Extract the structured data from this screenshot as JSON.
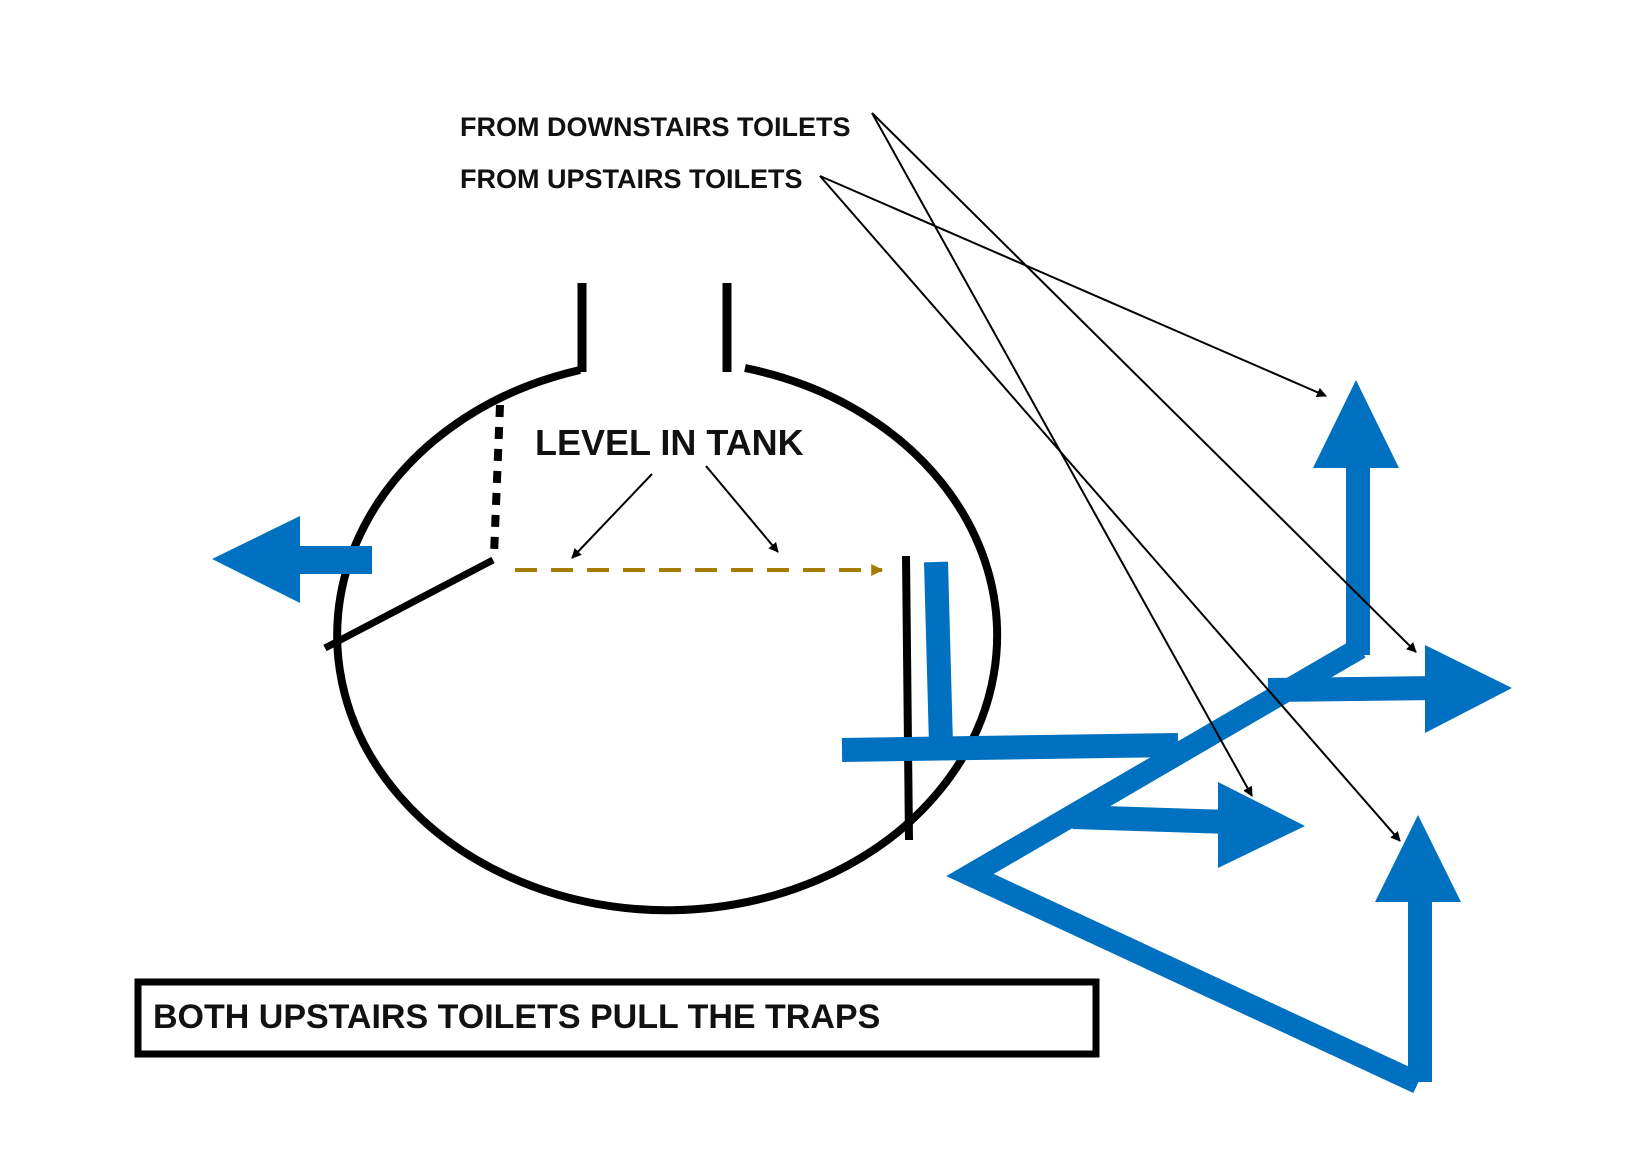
{
  "labels": {
    "from_downstairs": "FROM DOWNSTAIRS TOILETS",
    "from_upstairs": "FROM UPSTAIRS TOILETS",
    "level_in_tank": "LEVEL IN TANK",
    "caption": "BOTH UPSTAIRS TOILETS PULL THE TRAPS"
  },
  "colors": {
    "outline": "#000000",
    "flow": "#0070c0",
    "level_line": "#a67c00",
    "background": "#ffffff"
  },
  "icons": {
    "flow_arrow": "flow-arrow-icon",
    "pointer_arrow": "pointer-arrow-icon"
  }
}
